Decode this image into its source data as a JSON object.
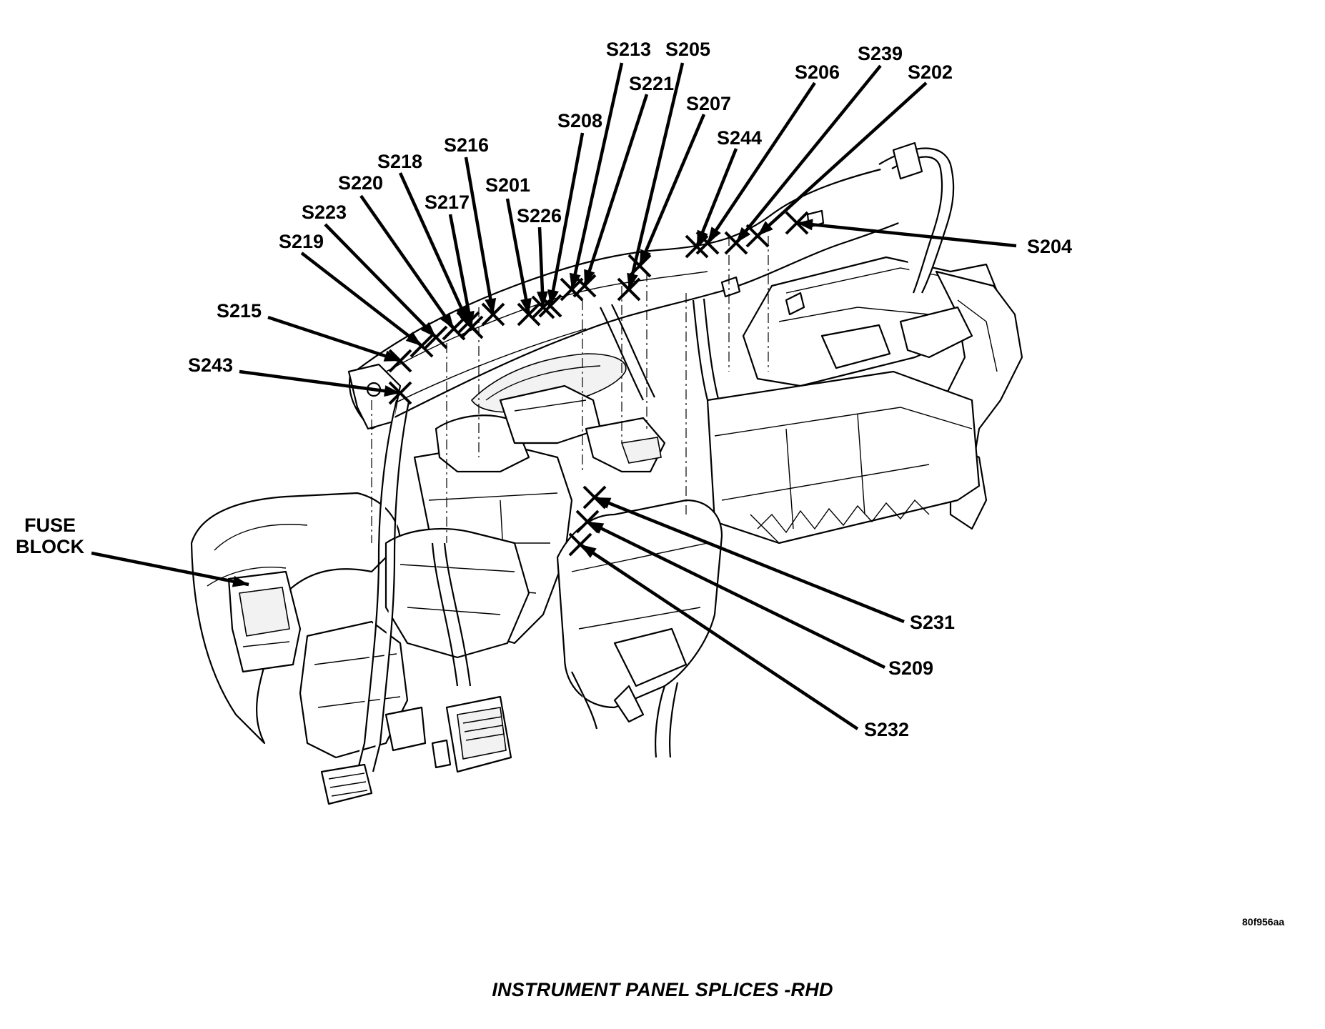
{
  "caption": "INSTRUMENT PANEL SPLICES -RHD",
  "figure_code": "80f956aa",
  "callouts": [
    {
      "id": "S213",
      "label": "S213"
    },
    {
      "id": "S205",
      "label": "S205"
    },
    {
      "id": "S239",
      "label": "S239"
    },
    {
      "id": "S206",
      "label": "S206"
    },
    {
      "id": "S202",
      "label": "S202"
    },
    {
      "id": "S221",
      "label": "S221"
    },
    {
      "id": "S207",
      "label": "S207"
    },
    {
      "id": "S208",
      "label": "S208"
    },
    {
      "id": "S244",
      "label": "S244"
    },
    {
      "id": "S216",
      "label": "S216"
    },
    {
      "id": "S218",
      "label": "S218"
    },
    {
      "id": "S201",
      "label": "S201"
    },
    {
      "id": "S220",
      "label": "S220"
    },
    {
      "id": "S217",
      "label": "S217"
    },
    {
      "id": "S226",
      "label": "S226"
    },
    {
      "id": "S223",
      "label": "S223"
    },
    {
      "id": "S219",
      "label": "S219"
    },
    {
      "id": "S204",
      "label": "S204"
    },
    {
      "id": "S215",
      "label": "S215"
    },
    {
      "id": "S243",
      "label": "S243"
    },
    {
      "id": "S231",
      "label": "S231"
    },
    {
      "id": "S209",
      "label": "S209"
    },
    {
      "id": "S232",
      "label": "S232"
    }
  ],
  "fuse_block": {
    "line1": "FUSE",
    "line2": "BLOCK"
  }
}
